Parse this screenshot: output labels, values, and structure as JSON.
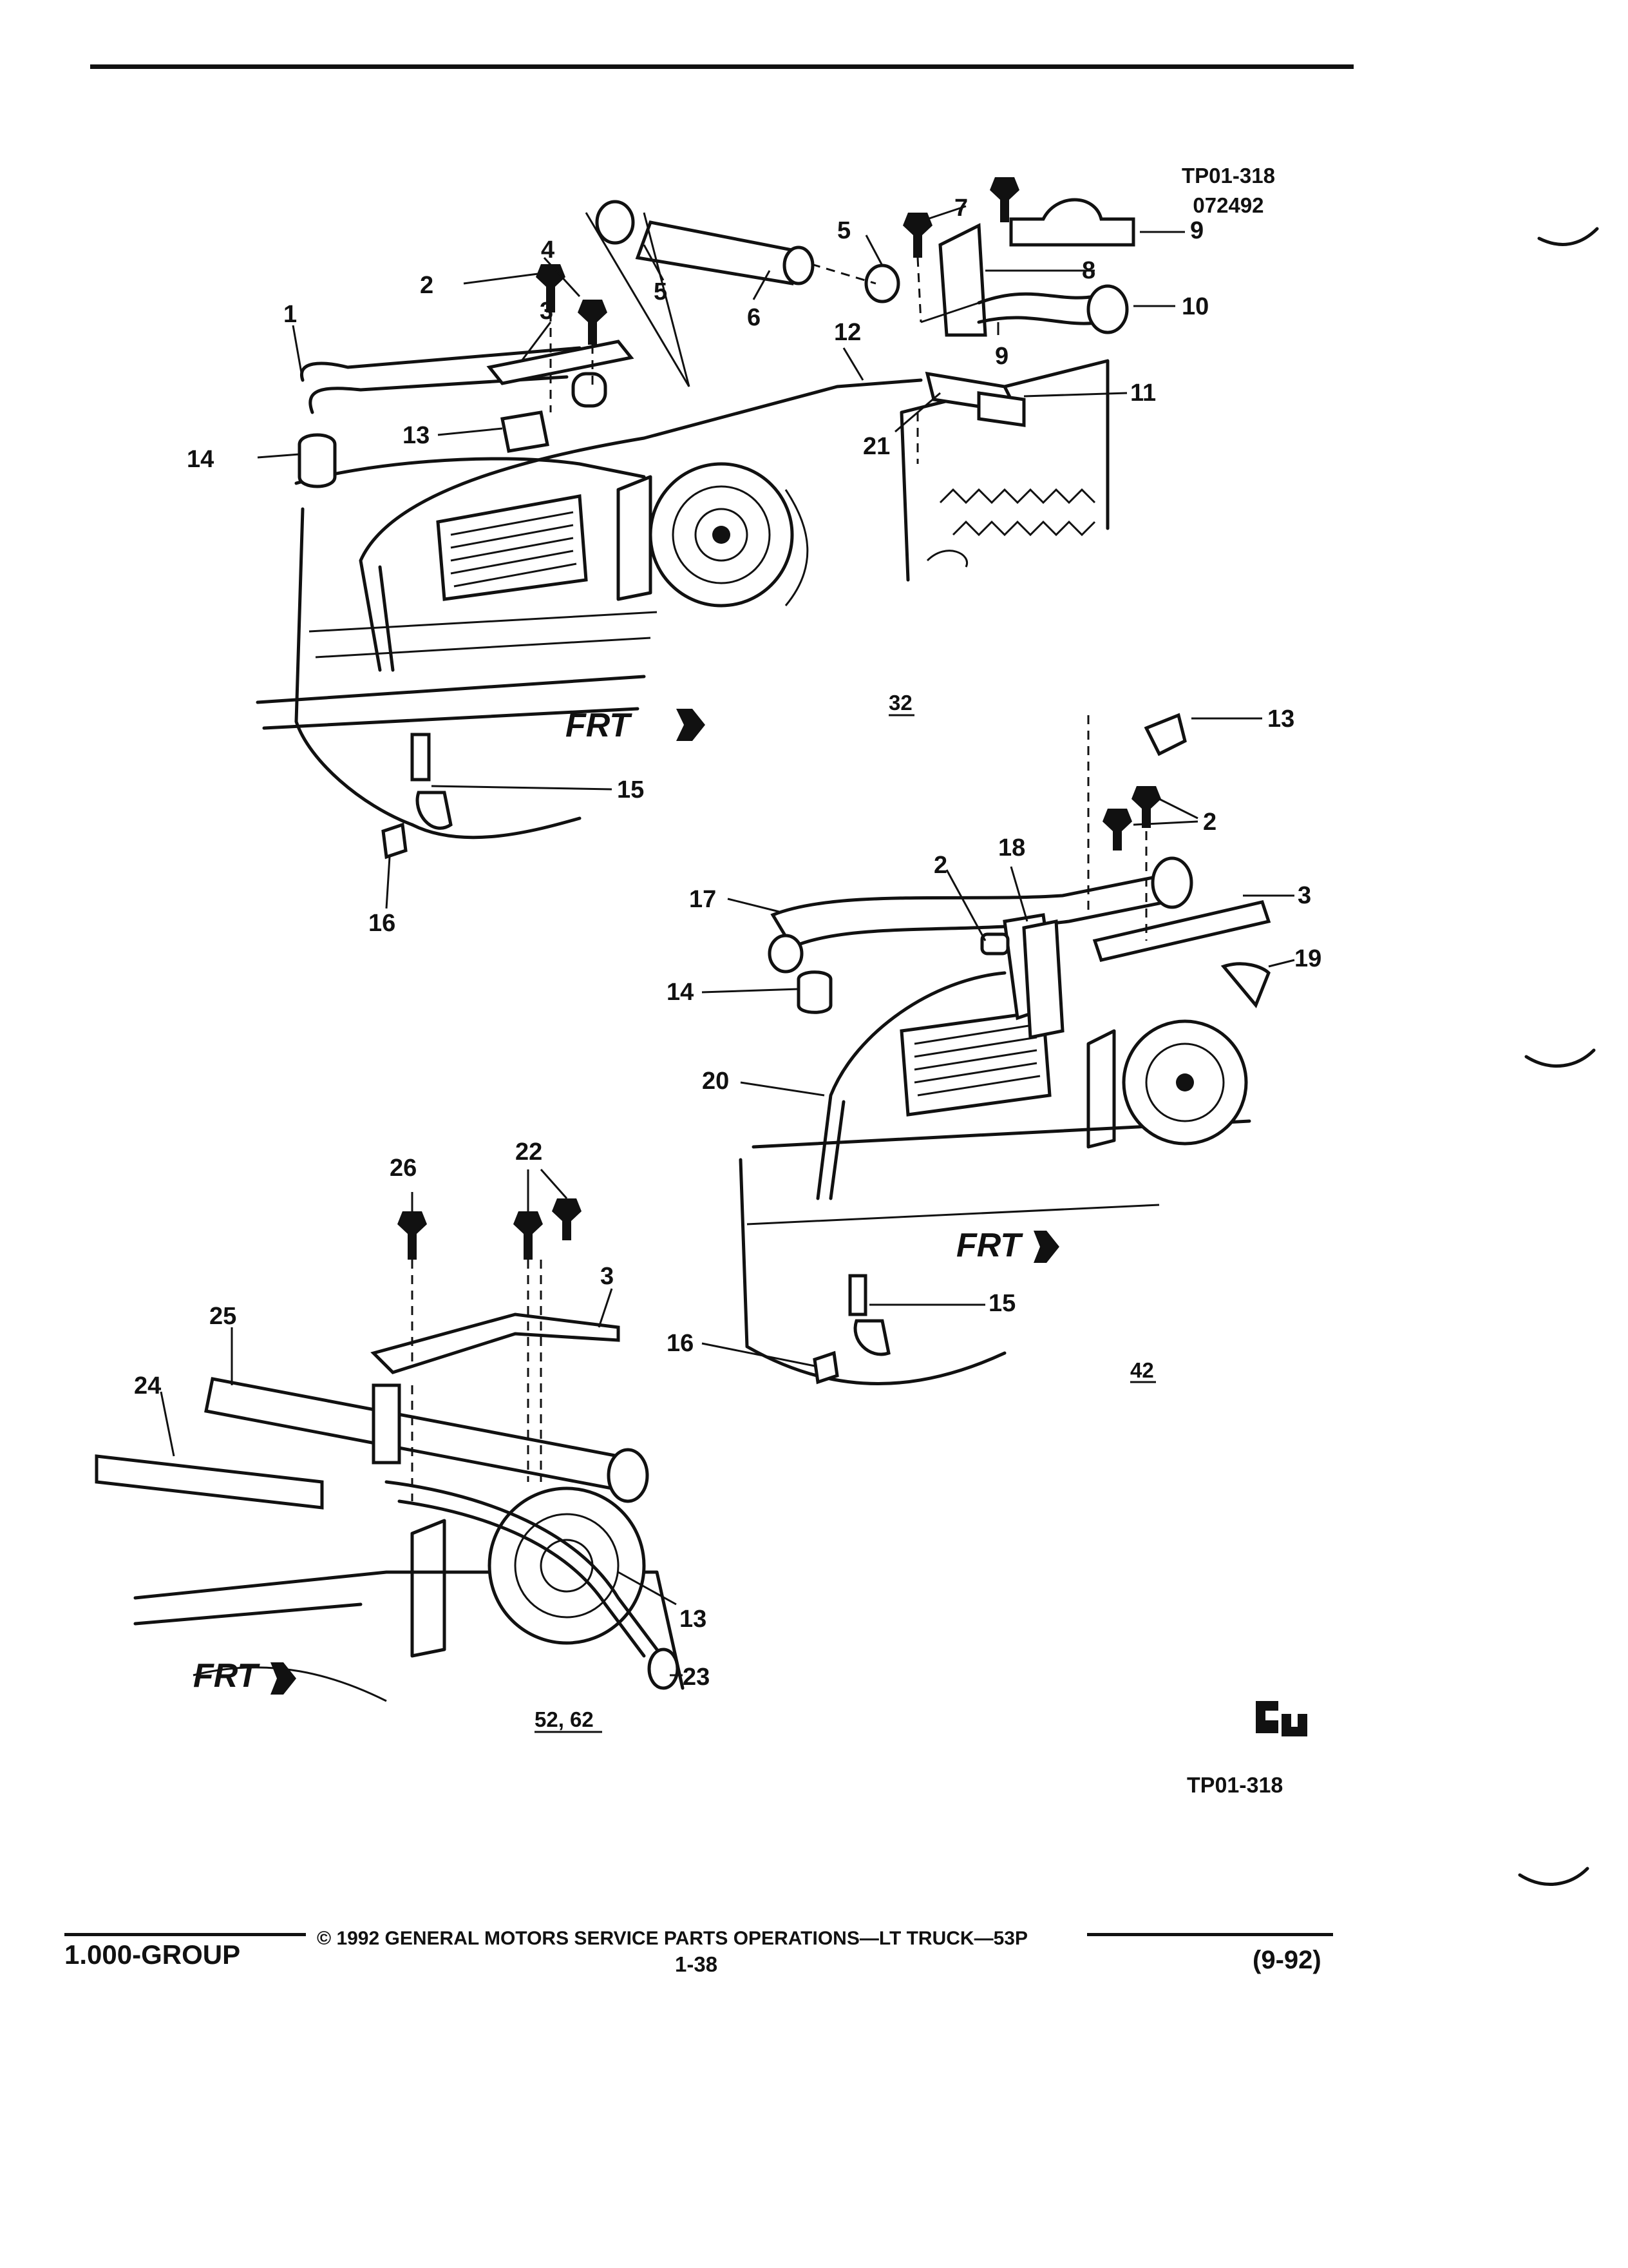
{
  "header": {
    "ref_code": "TP01-318",
    "ref_date": "072492"
  },
  "diagram": {
    "callouts": {
      "c1": "1",
      "c2": "2",
      "c3": "3",
      "c4": "4",
      "c5": "5",
      "c6": "6",
      "c7": "7",
      "c8": "8",
      "c9": "9",
      "c10": "10",
      "c11": "11",
      "c12": "12",
      "c13": "13",
      "c14": "14",
      "c15": "15",
      "c16": "16",
      "c17": "17",
      "c18": "18",
      "c19": "19",
      "c20": "20",
      "c21": "21",
      "c22": "22",
      "c23": "23",
      "c24": "24",
      "c25": "25",
      "c26": "26"
    },
    "variants": {
      "v1": "32",
      "v2": "42",
      "v3": "52, 62"
    },
    "direction_label": "FRT",
    "icons": [
      "front-arrow-icon",
      "gm-logo-icon"
    ]
  },
  "footer": {
    "ref_code": "TP01-318",
    "group_title": "1.000-GROUP",
    "copyright": "© 1992 GENERAL MOTORS SERVICE PARTS OPERATIONS—LT TRUCK—53P",
    "page_number": "1-38",
    "revision_date": "(9-92)"
  }
}
